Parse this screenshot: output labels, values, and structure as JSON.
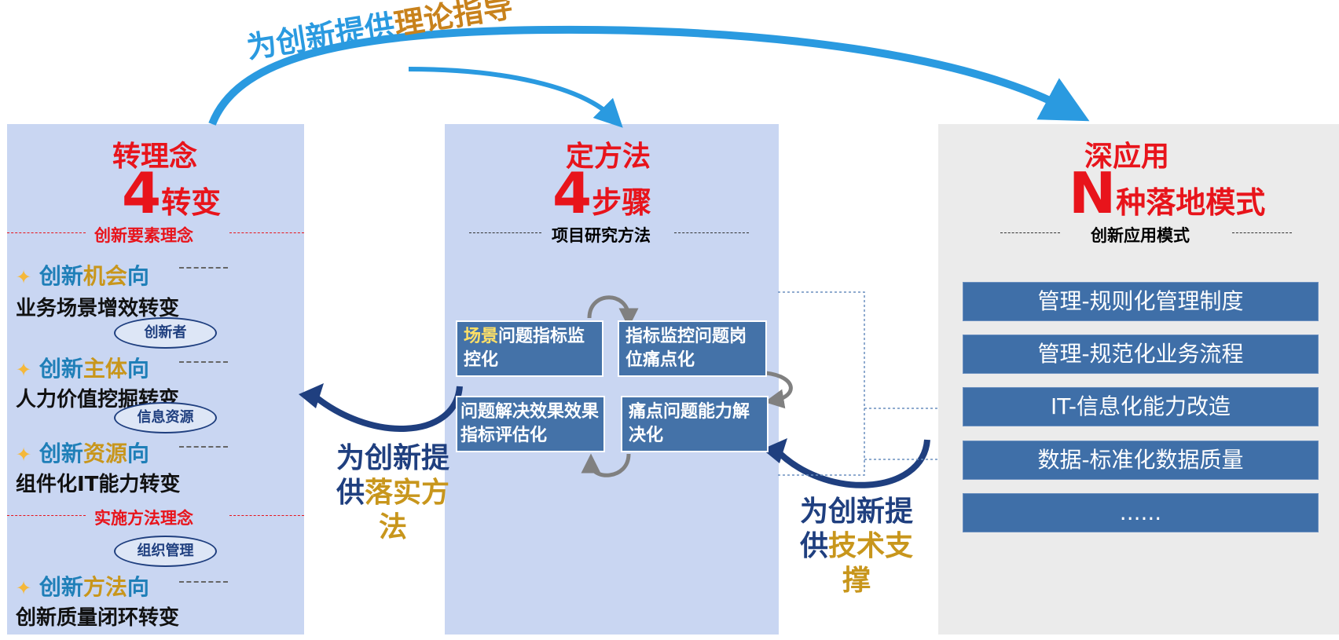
{
  "top_caption": {
    "prefix": "为创新提供",
    "highlight": "理论指导"
  },
  "panel1": {
    "title": "转理念",
    "big_number": "4",
    "big_tail": "转变",
    "section1_label": "创新要素理念",
    "section2_label": "实施方法理念",
    "items": [
      {
        "head_prefix": "创新",
        "head_highlight": "机会",
        "head_suffix": "向",
        "sub": "业务场景增效转变"
      },
      {
        "head_prefix": "创新",
        "head_highlight": "主体",
        "head_suffix": "向",
        "sub": "人力价值挖掘转变"
      },
      {
        "head_prefix": "创新",
        "head_highlight": "资源",
        "head_suffix": "向",
        "sub": "组件化IT能力转变"
      },
      {
        "head_prefix": "创新",
        "head_highlight": "方法",
        "head_suffix": "向",
        "sub": "创新质量闭环转变"
      }
    ],
    "bubbles": [
      "创新者",
      "信息资源",
      "组织管理"
    ]
  },
  "panel2": {
    "title": "定方法",
    "big_number": "4",
    "big_tail": "步骤",
    "subtitle": "项目研究方法",
    "steps": [
      {
        "highlight": "场景",
        "text": "问题指标监控化"
      },
      {
        "highlight": "",
        "text": "指标监控问题岗位痛点化"
      },
      {
        "highlight": "",
        "text": "问题解决效果效果指标评估化"
      },
      {
        "highlight": "",
        "text": "痛点问题能力解决化"
      }
    ]
  },
  "panel3": {
    "title": "深应用",
    "big_number": "N",
    "big_tail": "种落地模式",
    "subtitle": "创新应用模式",
    "modes": [
      "管理-规则化管理制度",
      "管理-规范化业务流程",
      "IT-信息化能力改造",
      "数据-标准化数据质量",
      "......"
    ]
  },
  "caption_left": {
    "line1": "为创新提",
    "line2_prefix": "供",
    "line2_highlight": "落实方",
    "line3": "法"
  },
  "caption_right": {
    "line1": "为创新提",
    "line2_prefix": "供",
    "line2_highlight": "技术支",
    "line3": "撑"
  },
  "colors": {
    "red": "#e8141b",
    "navy": "#1f3f7f",
    "gold": "#c8961c",
    "sky": "#2a9ae0",
    "box_blue": "#4472a8"
  }
}
